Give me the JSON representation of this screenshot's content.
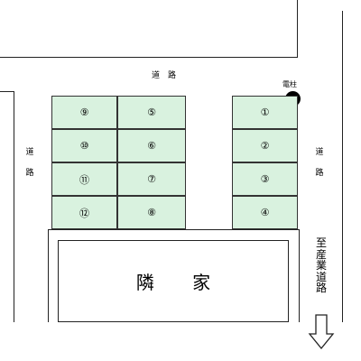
{
  "labels": {
    "road_top": "道　路",
    "road_left": [
      "道",
      "路"
    ],
    "road_right": [
      "道",
      "路"
    ],
    "pole": "電柱",
    "neighbor": "隣 家",
    "destination": [
      "至",
      "産",
      "業",
      "道",
      "路"
    ]
  },
  "stalls": {
    "left_column": [
      "⑨",
      "⑩",
      "⑪",
      "⑫"
    ],
    "middle_column": [
      "⑤",
      "⑥",
      "⑦",
      "⑧"
    ],
    "right_column": [
      "①",
      "②",
      "③",
      "④"
    ]
  },
  "colors": {
    "stall_fill": "#d9f2df",
    "line": "#222222",
    "pole": "#000000"
  },
  "icons": {
    "arrow": "down-arrow-icon",
    "pole": "utility-pole-icon"
  }
}
